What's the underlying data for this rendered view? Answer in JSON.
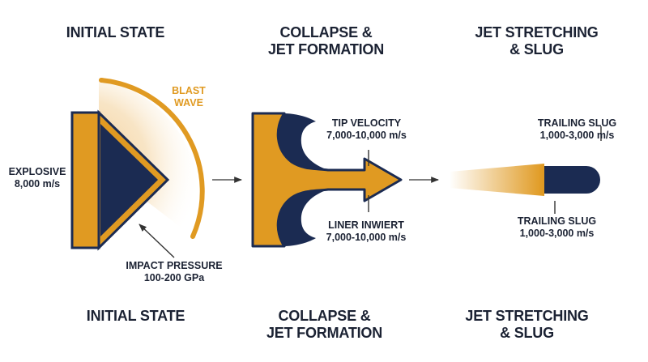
{
  "stages_top": [
    {
      "title": "INITIAL STATE"
    },
    {
      "title": "COLLAPSE &\nJET FORMATION"
    },
    {
      "title": "JET STRETCHING\n& SLUG"
    }
  ],
  "stages_bottom": [
    {
      "title": "INITIAL STATE"
    },
    {
      "title": "COLLAPSE &\nJET FORMATION"
    },
    {
      "title": "JET STRETCHING\n& SLUG"
    }
  ],
  "labels": {
    "blast_wave": "BLAST\nWAVE",
    "explosive": "EXPLOSIVE\n8,000 m/s",
    "impact_pressure": "IMPACT PRESSURE\n100-200 GPa",
    "tip_velocity": "TIP VELOCITY\n7,000-10,000 m/s",
    "liner_inwiert": "LINER INWIERT\n7,000-10,000 m/s",
    "trailing_slug_top": "TRAILING SLUG\n1,000-3,000 m/s",
    "trailing_slug_bottom": "TRAILING SLUG\n1,000-3,000 m/s"
  },
  "colors": {
    "orange": "#e09a22",
    "navy": "#1b2b52",
    "text": "#1b2233"
  }
}
